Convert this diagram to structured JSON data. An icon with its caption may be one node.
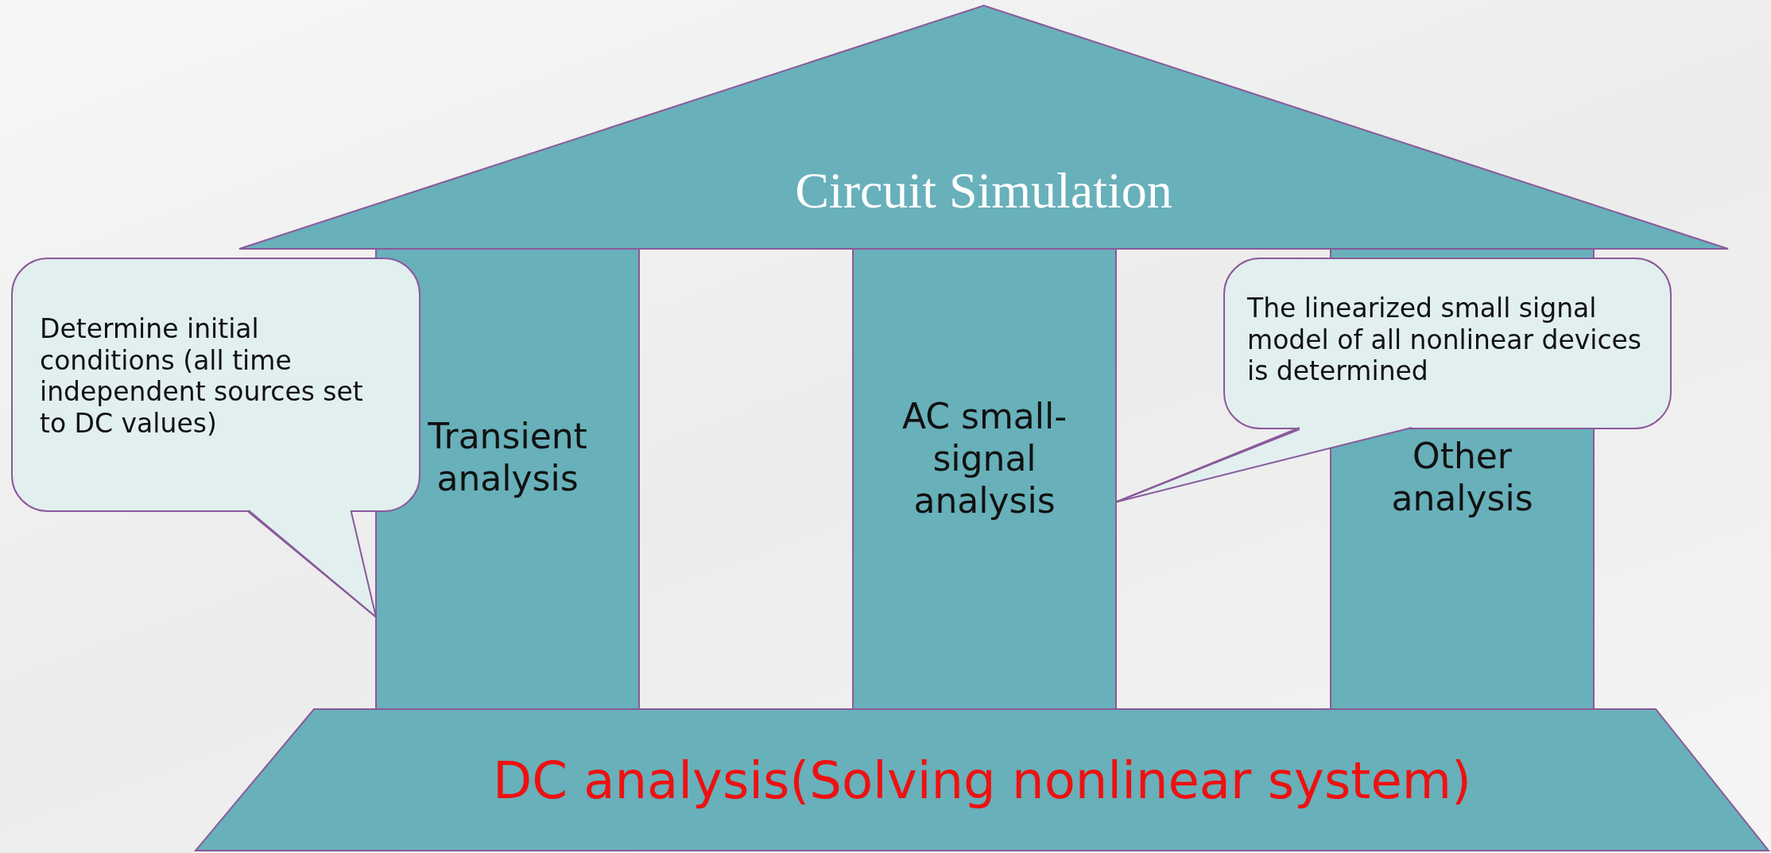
{
  "diagram": {
    "nodes": [
      {
        "text": [
          "Circuit Simulation"
        ]
      },
      {
        "text": [
          "Transient analysis"
        ]
      },
      {
        "text": [
          "AC small-signal analysis"
        ]
      },
      {
        "text": [
          "Other analysis"
        ]
      },
      {
        "text": [
          "DC analysis(Solving nonlinear system)"
        ]
      },
      {
        "text": [
          "Determine initial conditions (all time independent sources set to DC values)"
        ]
      },
      {
        "text": [
          "The linearized small signal model of all nonlinear devices is determined"
        ]
      }
    ],
    "edges": [
      {
        "from": 5,
        "to": 1,
        "arrow": "none"
      },
      {
        "from": 6,
        "to": 2,
        "arrow": "none"
      }
    ]
  }
}
